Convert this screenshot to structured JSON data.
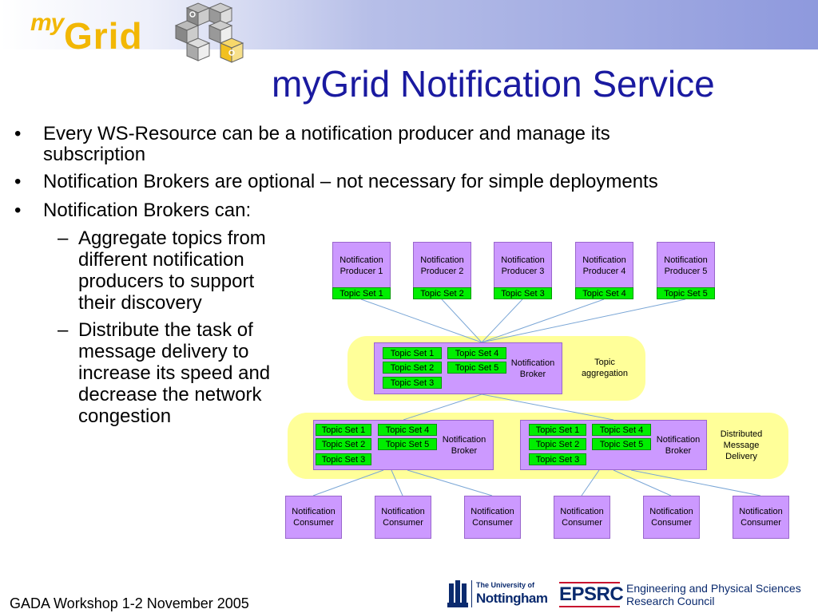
{
  "logo": {
    "my": "my",
    "grid": "Grid"
  },
  "title": "myGrid Notification Service",
  "bullets": [
    {
      "line1": "Every WS-Resource can be a notification producer and manage its",
      "line2": "subscription"
    },
    {
      "line1": "Notification Brokers are optional – not necessary for simple deployments"
    },
    {
      "line1": "Notification Brokers can:"
    }
  ],
  "subbullets": [
    {
      "lines": [
        "Aggregate topics from",
        "different notification",
        "producers to support",
        "their discovery"
      ]
    },
    {
      "lines": [
        "Distribute the task of",
        "message delivery to",
        "increase its speed and",
        "decrease the network",
        "congestion"
      ]
    }
  ],
  "diagram": {
    "producers": [
      {
        "l1": "Notification",
        "l2": "Producer 1",
        "topic": "Topic Set 1"
      },
      {
        "l1": "Notification",
        "l2": "Producer 2",
        "topic": "Topic Set 2"
      },
      {
        "l1": "Notification",
        "l2": "Producer 3",
        "topic": "Topic Set 3"
      },
      {
        "l1": "Notification",
        "l2": "Producer 4",
        "topic": "Topic Set 4"
      },
      {
        "l1": "Notification",
        "l2": "Producer 5",
        "topic": "Topic Set 5"
      }
    ],
    "broker_topics": {
      "t1": "Topic Set 1",
      "t2": "Topic Set 2",
      "t3": "Topic Set 3",
      "t4": "Topic Set 4",
      "t5": "Topic Set 5"
    },
    "broker": {
      "l1": "Notification",
      "l2": "Broker"
    },
    "topic_aggregation": {
      "l1": "Topic",
      "l2": "aggregation"
    },
    "distributed": {
      "l1": "Distributed",
      "l2": "Message",
      "l3": "Delivery"
    },
    "consumer": {
      "l1": "Notification",
      "l2": "Consumer"
    }
  },
  "footer": {
    "workshop": "GADA Workshop 1-2 November 2005",
    "uni_small": "The University of",
    "uni_big": "Nottingham",
    "epsrc": "EPSRC",
    "council_l1": "Engineering and Physical Sciences",
    "council_l2": "Research Council"
  },
  "colors": {
    "title": "#1a1aa0",
    "logo": "#f2b705",
    "box": "#cc99ff",
    "topic": "#00ee00",
    "zone": "#ffff99"
  }
}
